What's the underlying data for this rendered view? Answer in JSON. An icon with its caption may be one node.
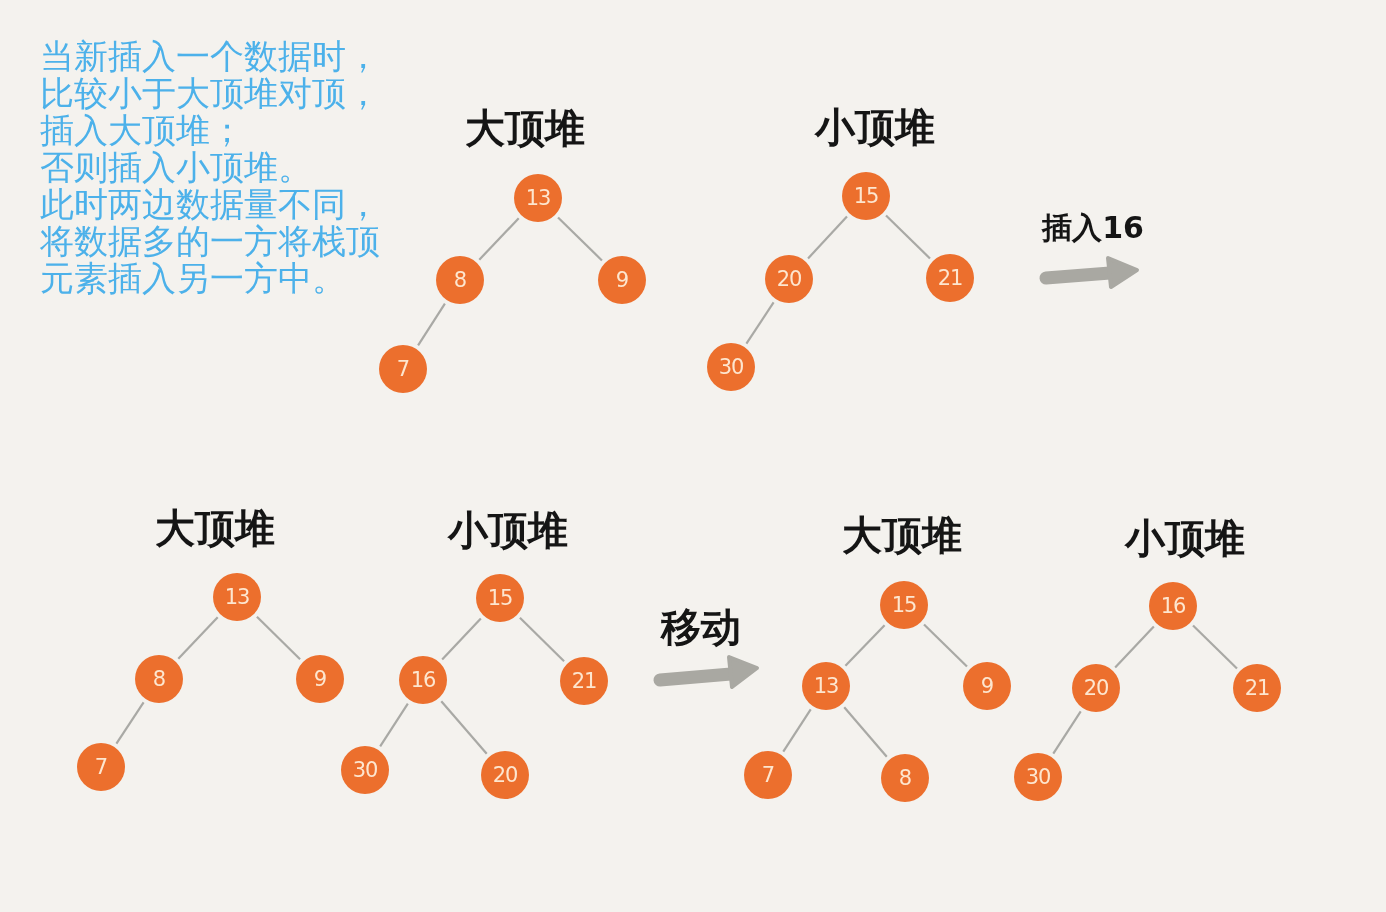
{
  "diagram": {
    "nodes": [
      {
        "text": [
          "13"
        ]
      },
      {
        "text": [
          "8"
        ]
      },
      {
        "text": [
          "9"
        ]
      },
      {
        "text": [
          "7"
        ]
      },
      {
        "text": [
          "15"
        ]
      },
      {
        "text": [
          "20"
        ]
      },
      {
        "text": [
          "21"
        ]
      },
      {
        "text": [
          "30"
        ]
      },
      {
        "text": [
          "13"
        ]
      },
      {
        "text": [
          "8"
        ]
      },
      {
        "text": [
          "9"
        ]
      },
      {
        "text": [
          "7"
        ]
      },
      {
        "text": [
          "15"
        ]
      },
      {
        "text": [
          "16"
        ]
      },
      {
        "text": [
          "21"
        ]
      },
      {
        "text": [
          "30"
        ]
      },
      {
        "text": [
          "20"
        ]
      },
      {
        "text": [
          "15"
        ]
      },
      {
        "text": [
          "13"
        ]
      },
      {
        "text": [
          "9"
        ]
      },
      {
        "text": [
          "7"
        ]
      },
      {
        "text": [
          "8"
        ]
      },
      {
        "text": [
          "16"
        ]
      },
      {
        "text": [
          "20"
        ]
      },
      {
        "text": [
          "21"
        ]
      },
      {
        "text": [
          "30"
        ]
      }
    ],
    "edges": [
      {
        "from": 0,
        "to": 1,
        "arrow": "none"
      },
      {
        "from": 0,
        "to": 2,
        "arrow": "none"
      },
      {
        "from": 1,
        "to": 3,
        "arrow": "none"
      },
      {
        "from": 4,
        "to": 5,
        "arrow": "none"
      },
      {
        "from": 4,
        "to": 6,
        "arrow": "none"
      },
      {
        "from": 5,
        "to": 7,
        "arrow": "none"
      },
      {
        "from": 8,
        "to": 9,
        "arrow": "none"
      },
      {
        "from": 8,
        "to": 10,
        "arrow": "none"
      },
      {
        "from": 9,
        "to": 11,
        "arrow": "none"
      },
      {
        "from": 12,
        "to": 13,
        "arrow": "none"
      },
      {
        "from": 12,
        "to": 14,
        "arrow": "none"
      },
      {
        "from": 13,
        "to": 15,
        "arrow": "none"
      },
      {
        "from": 13,
        "to": 16,
        "arrow": "none"
      },
      {
        "from": 17,
        "to": 18,
        "arrow": "none"
      },
      {
        "from": 17,
        "to": 19,
        "arrow": "none"
      },
      {
        "from": 18,
        "to": 20,
        "arrow": "none"
      },
      {
        "from": 18,
        "to": 21,
        "arrow": "none"
      },
      {
        "from": 22,
        "to": 23,
        "arrow": "none"
      },
      {
        "from": 22,
        "to": 24,
        "arrow": "none"
      },
      {
        "from": 23,
        "to": 25,
        "arrow": "none"
      }
    ],
    "labels": [
      "当新插入一个数据时，比较小于大顶堆对顶，插入大顶堆；",
      "否则插入小顶堆。",
      "此时两边数据量不同，将数据多的一方将栈顶元素插入另一方中。",
      "大顶堆",
      "小顶堆",
      "插入16",
      "大顶堆",
      "小顶堆",
      "移动",
      "大顶堆",
      "小顶堆"
    ]
  }
}
